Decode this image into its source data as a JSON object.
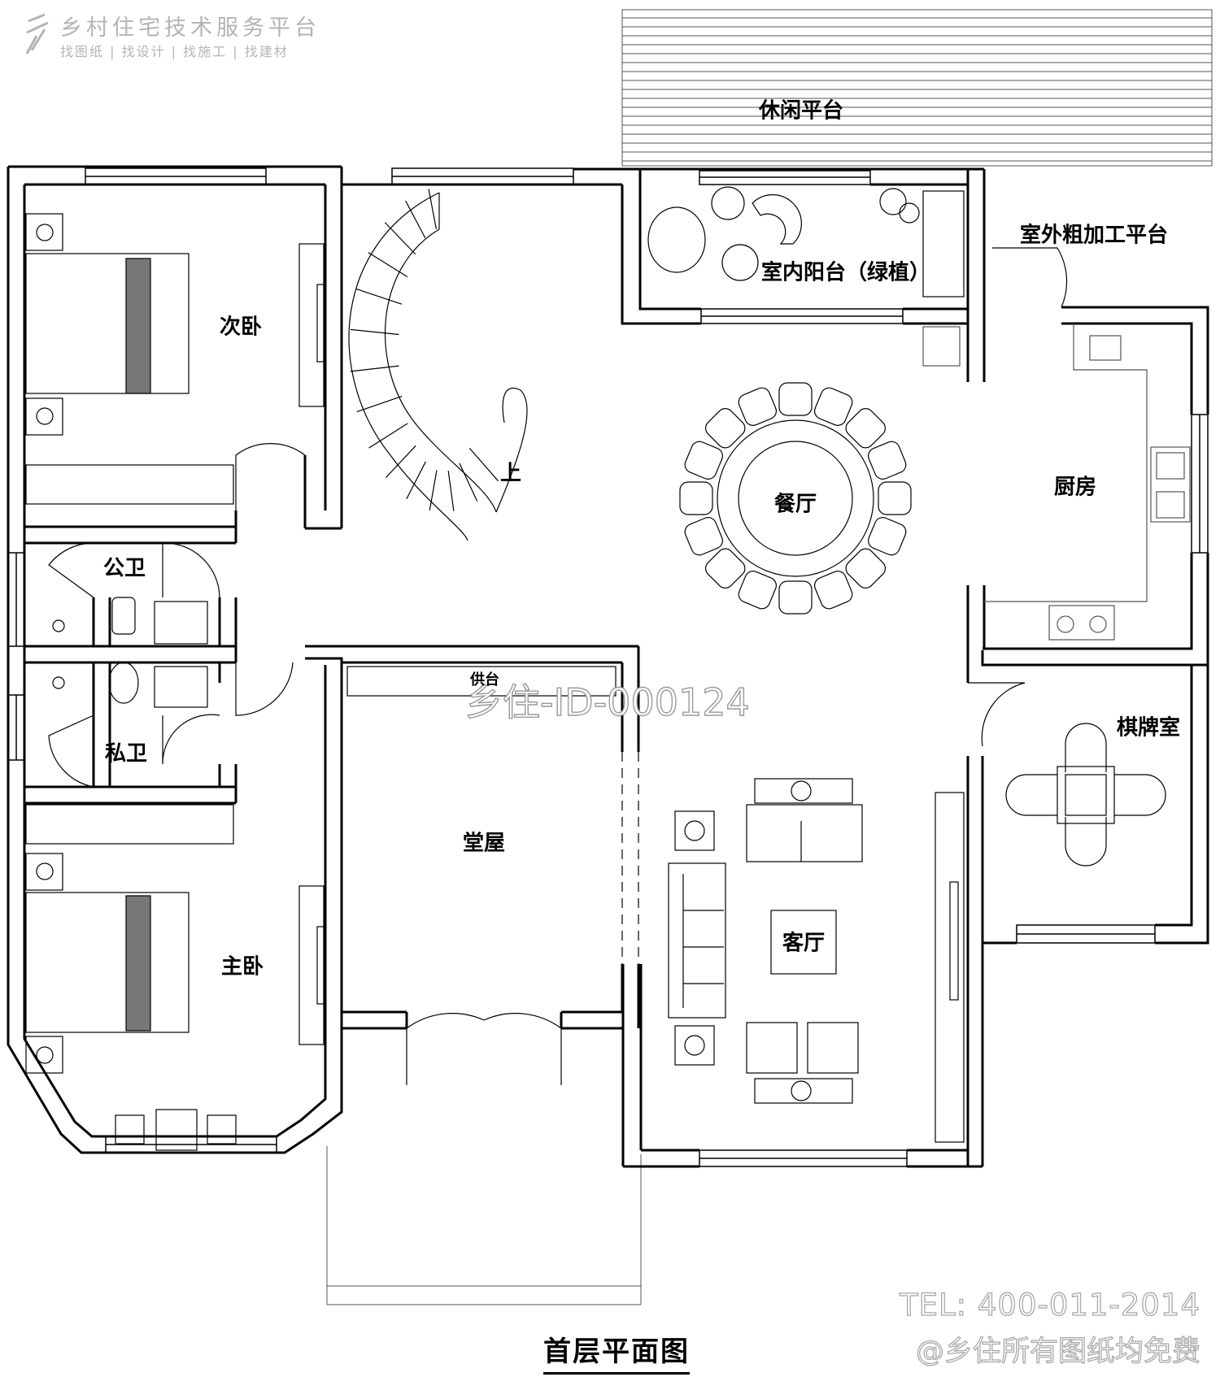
{
  "watermark": {
    "platform_name": "乡村住宅技术服务平台",
    "tagline": "找图纸 | 找设计 | 找施工 | 找建材",
    "drawing_id": "乡住-ID-000124",
    "telephone": "TEL: 400-011-2014",
    "free_notice": "@乡住所有图纸均免费"
  },
  "plan": {
    "title": "首层平面图",
    "rooms": {
      "leisure_terrace": "休闲平台",
      "indoor_balcony": "室内阳台（绿植）",
      "outdoor_processing": "室外粗加工平台",
      "second_bedroom": "次卧",
      "dining": "餐厅",
      "kitchen": "厨房",
      "stair_up": "上",
      "public_bath": "公卫",
      "private_bath": "私卫",
      "ancestral_hall": "堂屋",
      "offering_table": "供台",
      "living_room": "客厅",
      "chess_room": "棋牌室",
      "master_bedroom": "主卧"
    }
  },
  "colors": {
    "wall": "#000000",
    "line": "#000000",
    "watermark": "#b4b4b4",
    "background": "#ffffff"
  }
}
